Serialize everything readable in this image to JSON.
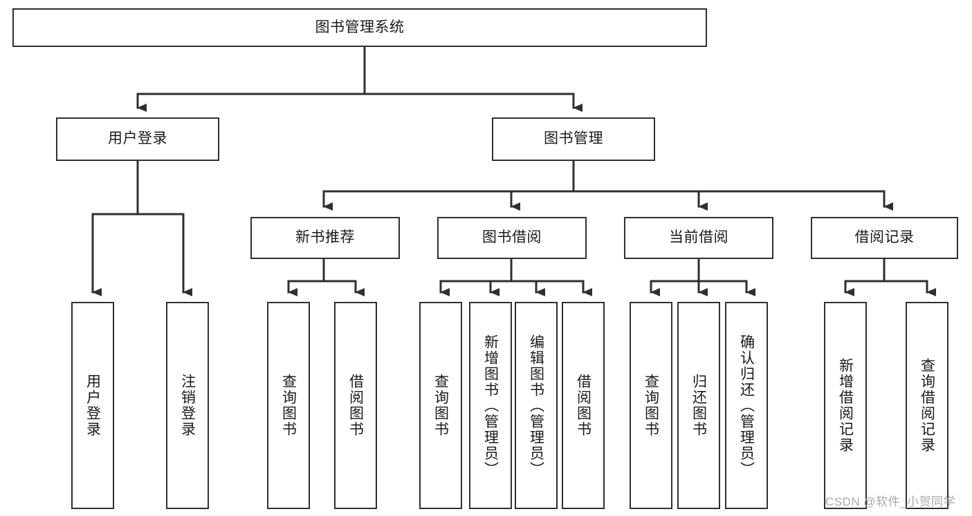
{
  "diagram": {
    "title": "图书管理系统",
    "type": "tree-hierarchy",
    "watermark": "CSDN @软件_小贺同学",
    "nodes": {
      "root": {
        "label": "图书管理系统"
      },
      "level2": [
        {
          "id": "user-login",
          "label": "用户登录"
        },
        {
          "id": "book-management",
          "label": "图书管理"
        }
      ],
      "level3": [
        {
          "id": "new-book-recommend",
          "label": "新书推荐"
        },
        {
          "id": "book-borrow",
          "label": "图书借阅"
        },
        {
          "id": "current-borrow",
          "label": "当前借阅"
        },
        {
          "id": "borrow-record",
          "label": "借阅记录"
        }
      ],
      "leaves": [
        {
          "id": "leaf-user-login",
          "label": "用户登录"
        },
        {
          "id": "leaf-logout-login",
          "label": "注销登录"
        },
        {
          "id": "leaf-query-book-1",
          "label": "查询图书"
        },
        {
          "id": "leaf-borrow-book-1",
          "label": "借阅图书"
        },
        {
          "id": "leaf-query-book-2",
          "label": "查询图书"
        },
        {
          "id": "leaf-add-book",
          "label": "新增图书（管理员）"
        },
        {
          "id": "leaf-edit-book",
          "label": "编辑图书（管理员）"
        },
        {
          "id": "leaf-borrow-book-2",
          "label": "借阅图书"
        },
        {
          "id": "leaf-query-book-3",
          "label": "查询图书"
        },
        {
          "id": "leaf-return-book",
          "label": "归还图书"
        },
        {
          "id": "leaf-confirm-return",
          "label": "确认归还（管理员）"
        },
        {
          "id": "leaf-add-record",
          "label": "新增借阅记录"
        },
        {
          "id": "leaf-query-record",
          "label": "查询借阅记录"
        }
      ]
    },
    "colors": {
      "stroke": "#2f2f2f",
      "fill": "#ffffff",
      "text": "#1a1a1a",
      "watermark": "#a8a8a8"
    }
  }
}
